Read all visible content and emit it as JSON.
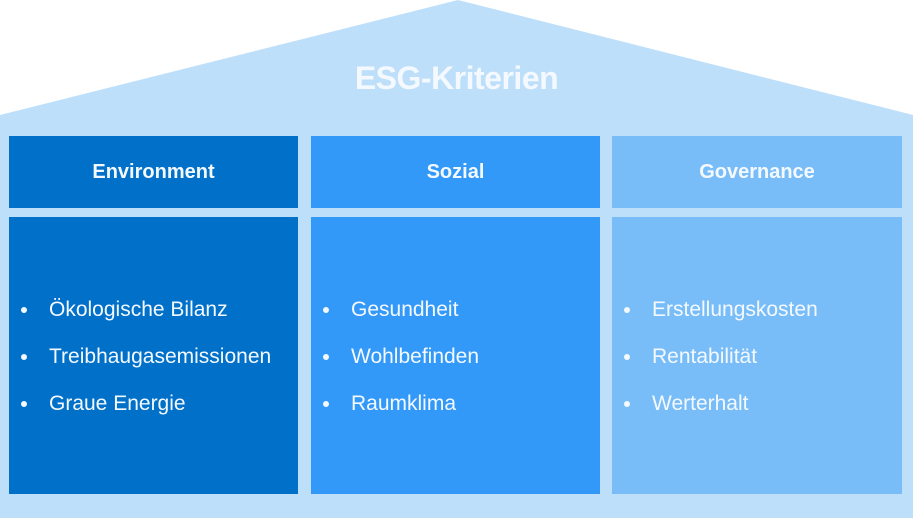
{
  "title": "ESG-Kriterien",
  "colors": {
    "house": "#BDDFFA",
    "environment": "#0070C8",
    "sozial": "#3399F8",
    "governance": "#79BDF8",
    "text": "#F4F9FF"
  },
  "pillars": [
    {
      "label": "Environment",
      "items": [
        "Ökologische Bilanz",
        "Treibhaugasemissionen",
        "Graue Energie"
      ]
    },
    {
      "label": "Sozial",
      "items": [
        "Gesundheit",
        "Wohlbefinden",
        "Raumklima"
      ]
    },
    {
      "label": "Governance",
      "items": [
        "Erstellungskosten",
        "Rentabilität",
        "Werterhalt"
      ]
    }
  ]
}
